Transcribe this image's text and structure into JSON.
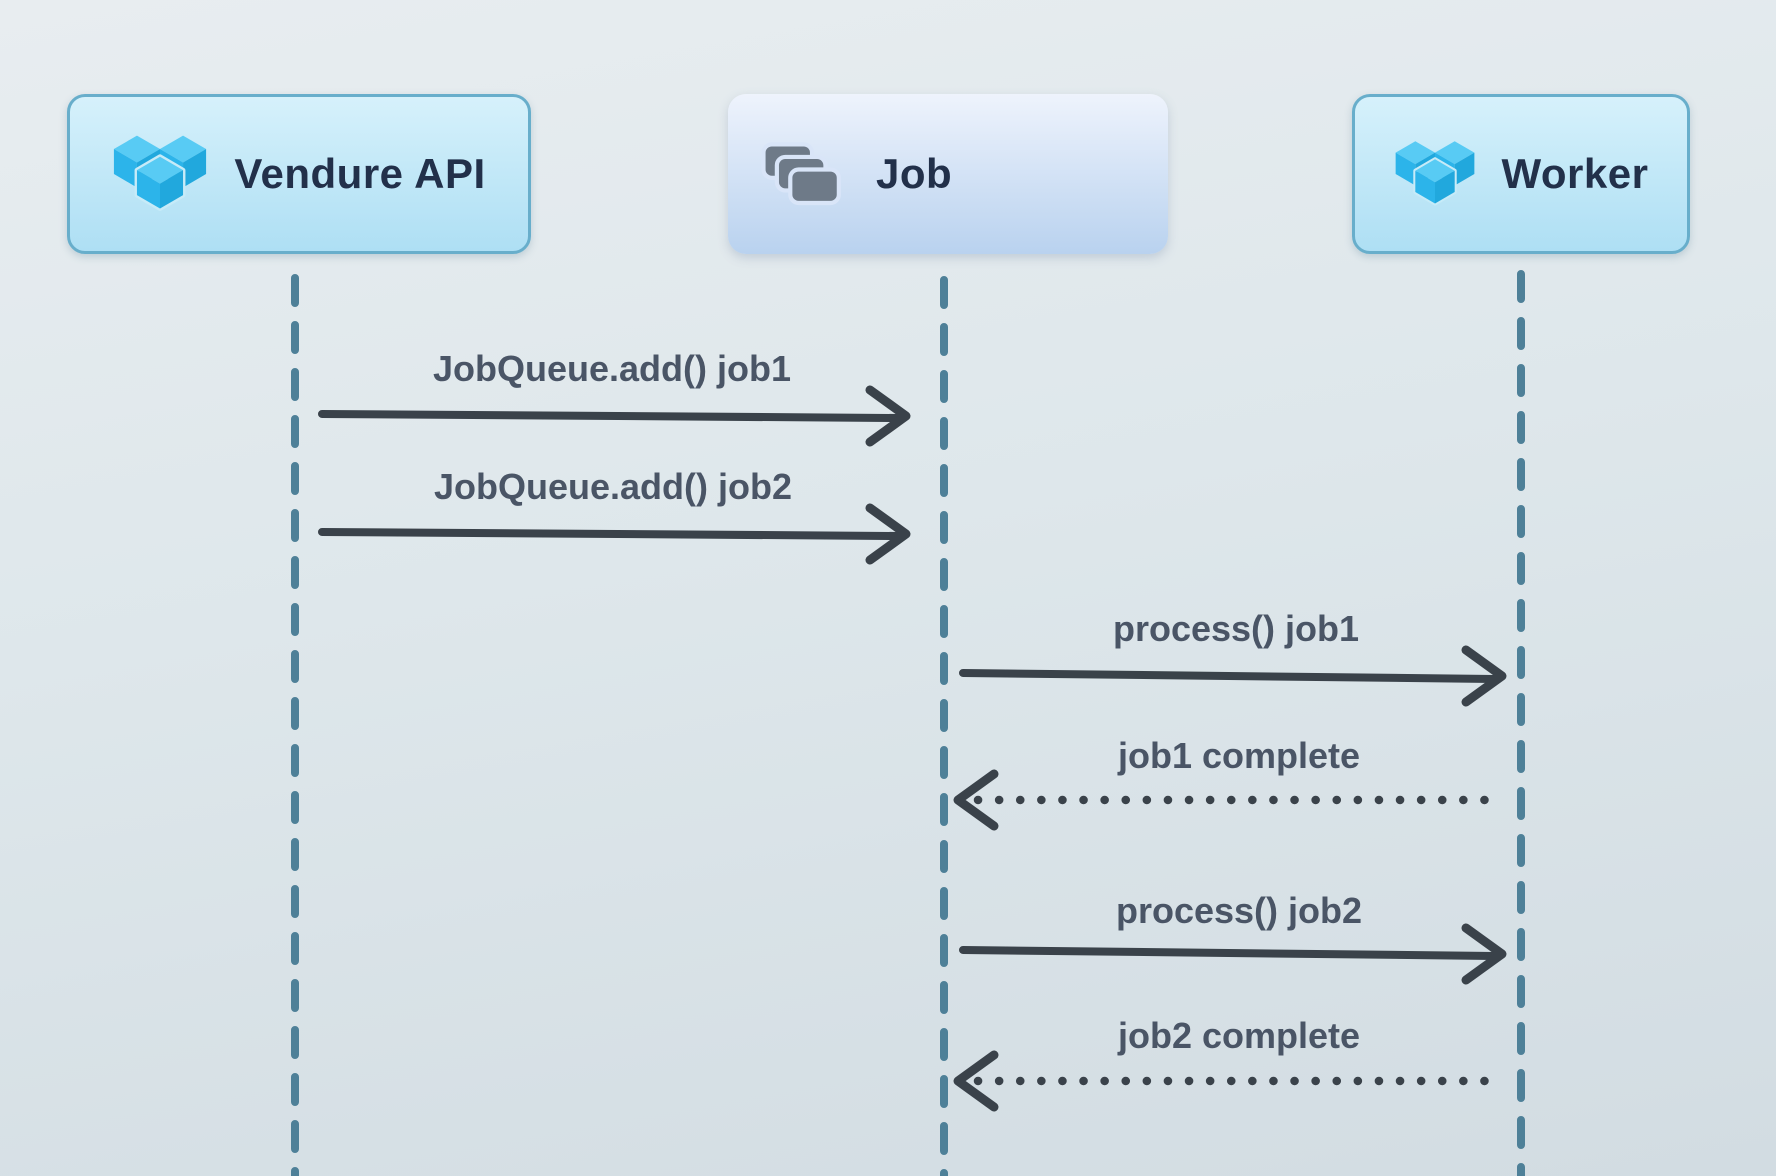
{
  "diagram": {
    "type": "sequence",
    "actors": [
      {
        "id": "vendure-api",
        "label": "Vendure API",
        "icon": "vendure-cubes-icon"
      },
      {
        "id": "job",
        "label": "Job",
        "icon": "stacked-cards-icon"
      },
      {
        "id": "worker",
        "label": "Worker",
        "icon": "vendure-cubes-icon"
      }
    ],
    "messages": [
      {
        "label": "JobQueue.add() job1",
        "from": "Vendure API",
        "to": "Job",
        "style": "solid-arrow"
      },
      {
        "label": "JobQueue.add() job2",
        "from": "Vendure API",
        "to": "Job",
        "style": "solid-arrow"
      },
      {
        "label": "process() job1",
        "from": "Job",
        "to": "Worker",
        "style": "solid-arrow"
      },
      {
        "label": "job1 complete",
        "from": "Worker",
        "to": "Job",
        "style": "dotted-arrow"
      },
      {
        "label": "process() job2",
        "from": "Job",
        "to": "Worker",
        "style": "solid-arrow"
      },
      {
        "label": "job2 complete",
        "from": "Worker",
        "to": "Job",
        "style": "dotted-arrow"
      }
    ],
    "colors": {
      "background_top": "#e8edf0",
      "background_mid": "#dee7eb",
      "background_bottom": "#d2dce2",
      "actor_border": "#68aecb",
      "actor_fill_top": "#d6f1fb",
      "actor_fill_bottom": "#aedff4",
      "job_fill_top": "#eef3fc",
      "job_fill_bottom": "#b9d2ef",
      "lifeline": "#4e8098",
      "arrow": "#3a424a",
      "label_text": "#4a5566",
      "actor_text": "#22304a",
      "logo_top": "#58cbf4",
      "logo_left": "#2cb4ea",
      "logo_right": "#21a8dd",
      "logo_gap": "#c7ebf8",
      "icon_gray": "#6e7a88",
      "icon_gap": "#d9e5f8"
    }
  }
}
